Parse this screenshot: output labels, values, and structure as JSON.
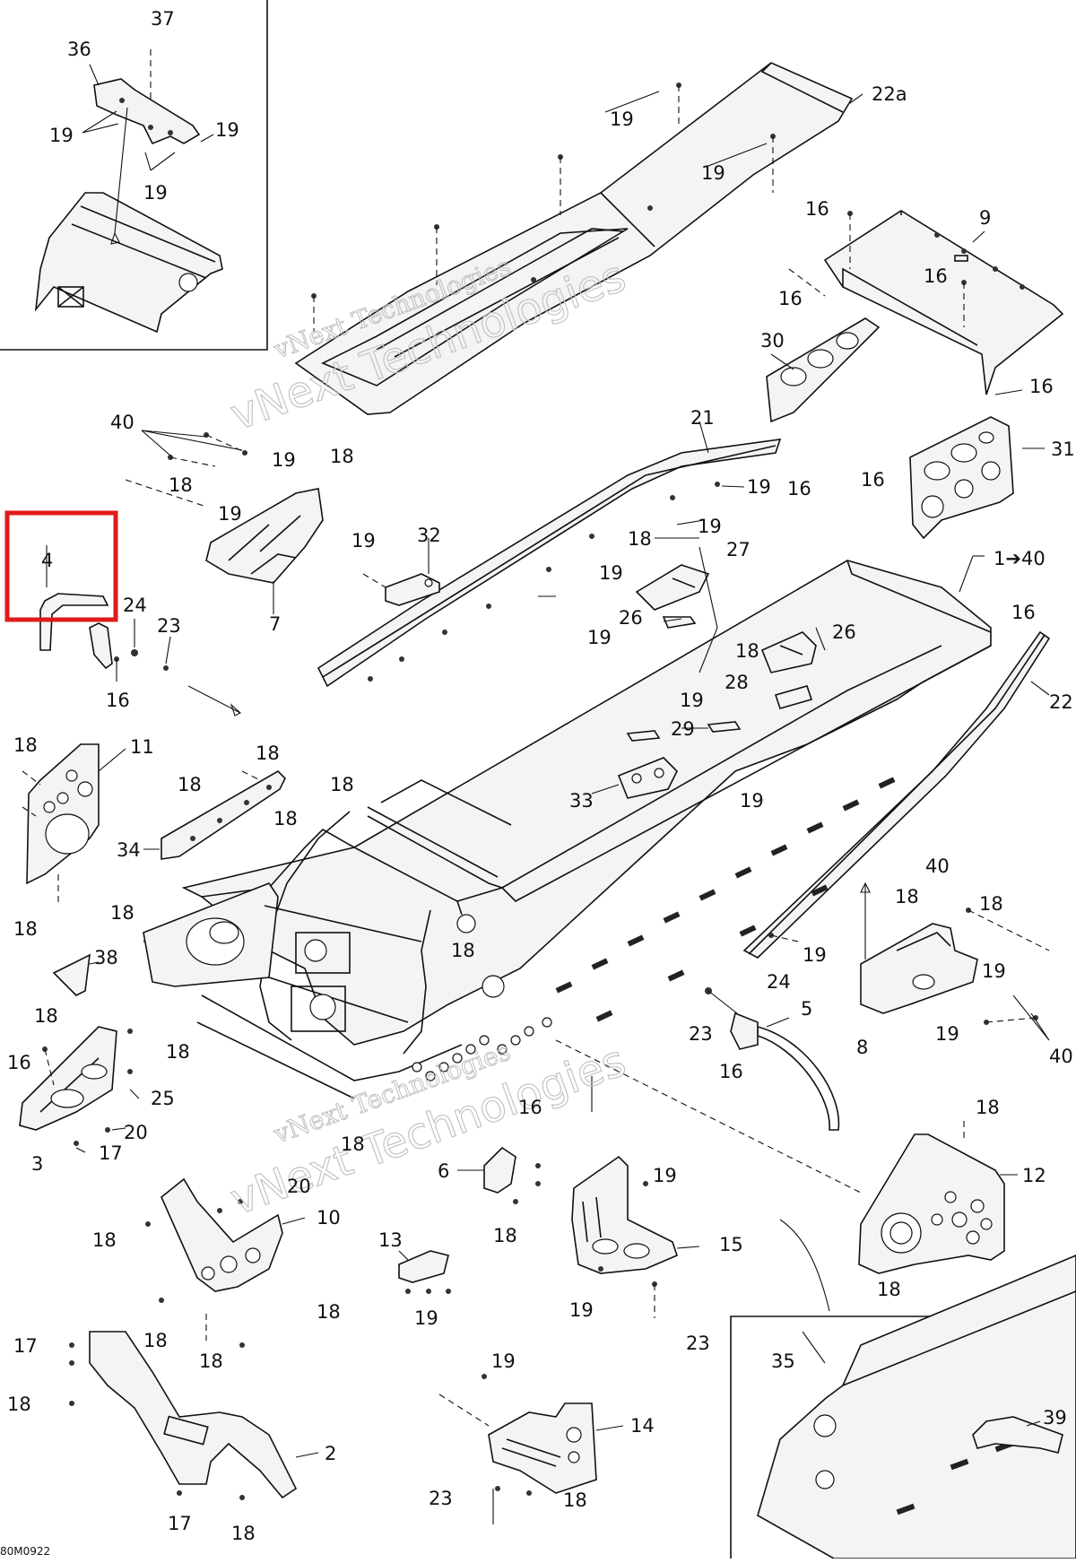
{
  "diagram": {
    "drawing_code": "80M0922",
    "watermarks": [
      "vNext Technologies",
      "vNext Technologies",
      "vNext Technologies",
      "vNext Technologies"
    ],
    "highlight_color": "#e01b1b",
    "highlighted_callout": "4",
    "callouts": [
      "37",
      "36",
      "19",
      "19",
      "19",
      "22a",
      "19",
      "19",
      "16",
      "9",
      "16",
      "16",
      "30",
      "16",
      "31",
      "40",
      "18",
      "19",
      "18",
      "19",
      "21",
      "19",
      "16",
      "16",
      "32",
      "18",
      "19",
      "27",
      "19",
      "19",
      "7",
      "1➔40",
      "4",
      "24",
      "23",
      "16",
      "26",
      "19",
      "18",
      "26",
      "28",
      "16",
      "22",
      "29",
      "19",
      "18",
      "11",
      "18",
      "18",
      "18",
      "19",
      "34",
      "33",
      "18",
      "18",
      "40",
      "18",
      "18",
      "18",
      "38",
      "19",
      "18",
      "24",
      "5",
      "19",
      "16",
      "23",
      "18",
      "16",
      "25",
      "16",
      "18",
      "20",
      "8",
      "19",
      "40",
      "17",
      "3",
      "18",
      "20",
      "6",
      "10",
      "12",
      "18",
      "19",
      "13",
      "18",
      "15",
      "18",
      "19",
      "18",
      "18",
      "17",
      "18",
      "19",
      "19",
      "35",
      "23",
      "18",
      "39",
      "2",
      "14",
      "17",
      "18",
      "23",
      "18"
    ]
  }
}
